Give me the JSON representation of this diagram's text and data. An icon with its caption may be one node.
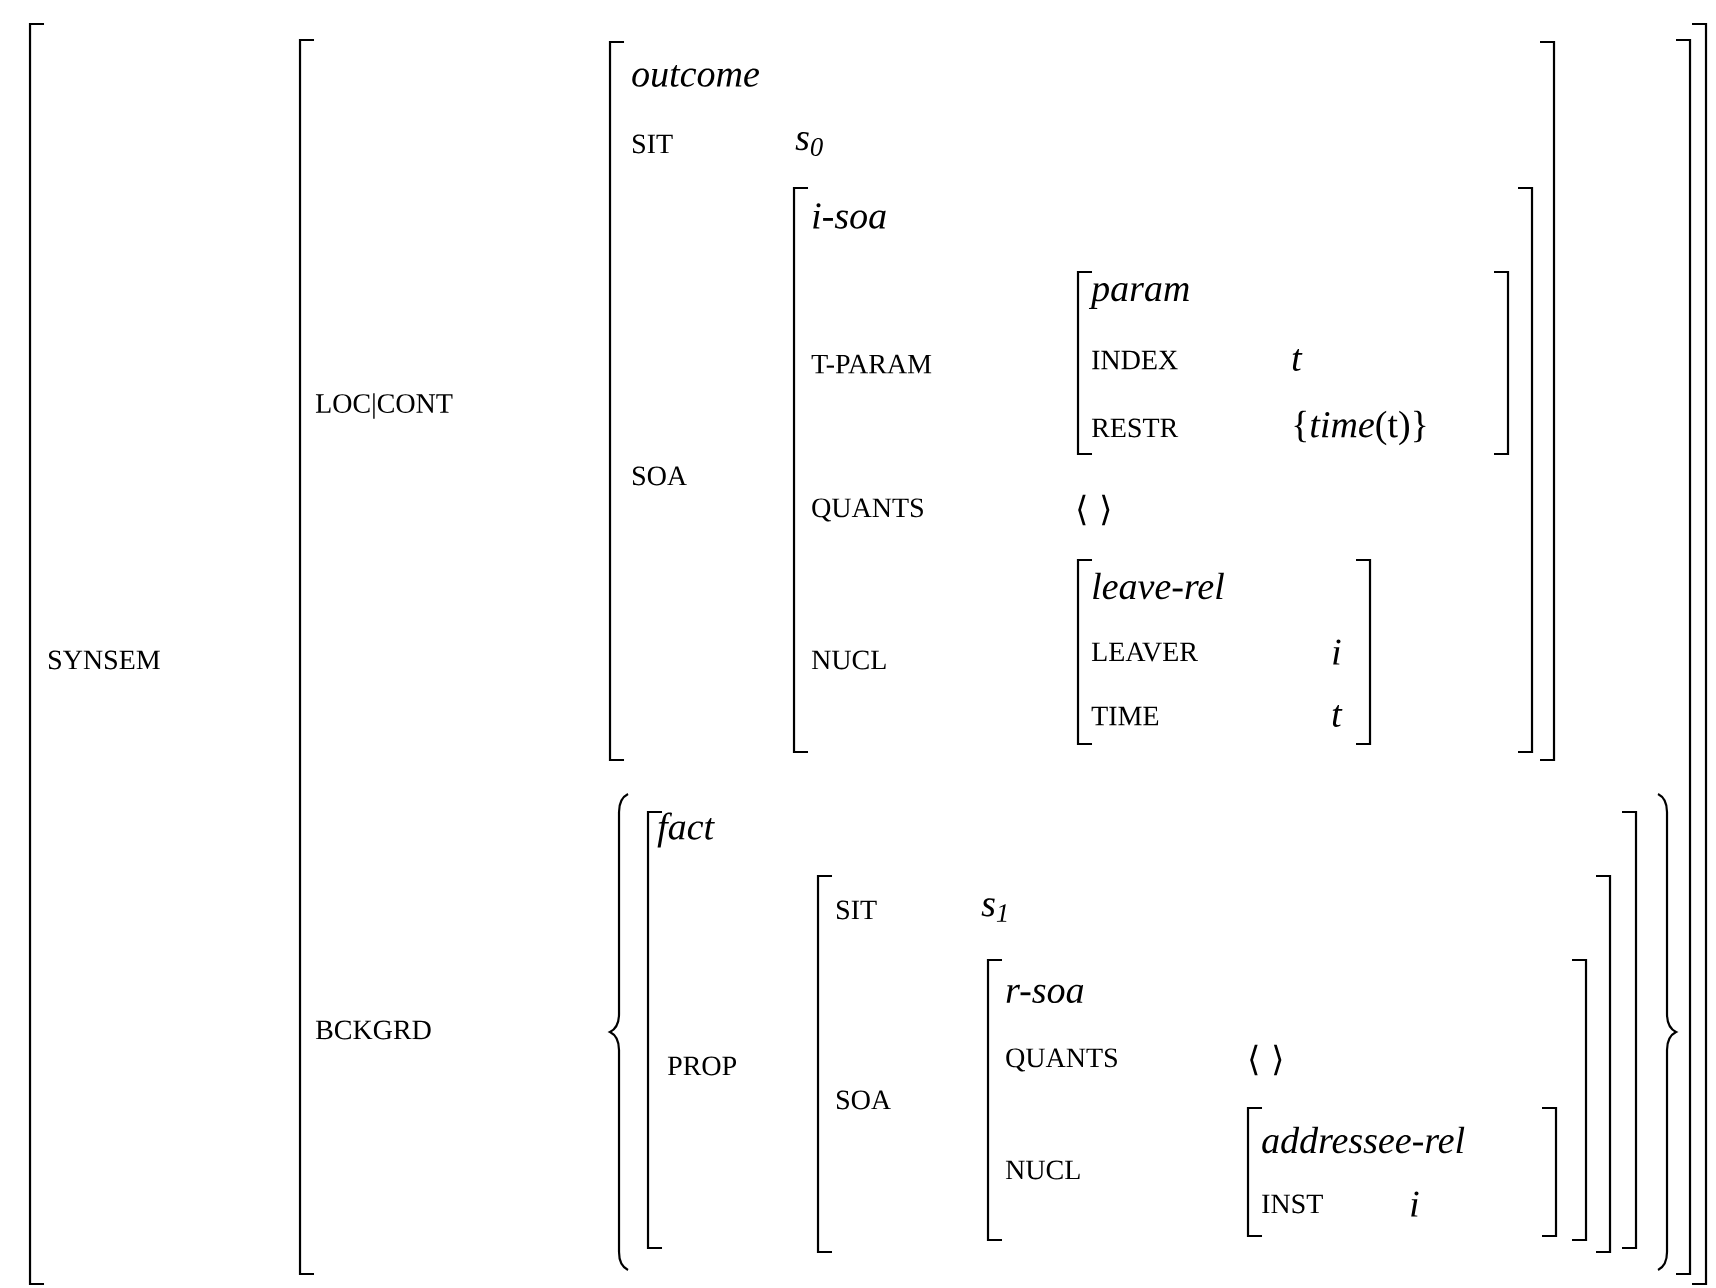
{
  "diagram": {
    "nodes": [
      {
        "text": [
          "SYNSEM"
        ]
      },
      {
        "text": [
          "LOC|CONT",
          "BCKGRD"
        ],
        "in": 0
      },
      {
        "text": [
          "outcome",
          "SIT",
          "*s*$_{0}$",
          "SOA"
        ],
        "in": 1
      },
      {
        "text": [
          "i-soa",
          "T-PARAM",
          "QUANTS",
          "⟨ ⟩",
          "NUCL"
        ],
        "in": 2
      },
      {
        "text": [
          "param",
          "INDEX",
          "t",
          "RESTR",
          "{*time*(t)}"
        ],
        "in": 3
      },
      {
        "text": [
          "leave-rel",
          "LEAVER",
          "i",
          "TIME",
          "t"
        ],
        "in": 3
      },
      {
        "text": [],
        "shape": "brace",
        "in": 1
      },
      {
        "text": [
          "fact",
          "PROP"
        ],
        "in": 6
      },
      {
        "text": [
          "SIT",
          "*s*$_{1}$",
          "SOA"
        ],
        "in": 7
      },
      {
        "text": [
          "r-soa",
          "QUANTS",
          "⟨ ⟩",
          "NUCL"
        ],
        "in": 8
      },
      {
        "text": [
          "addressee-rel",
          "INST",
          "i"
        ],
        "in": 9
      }
    ]
  }
}
